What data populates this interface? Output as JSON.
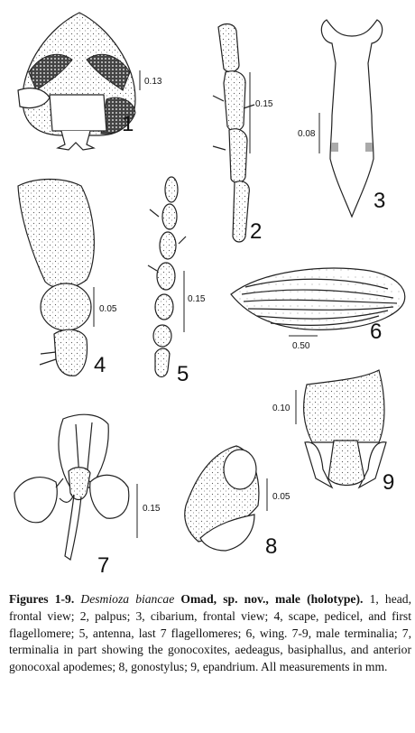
{
  "figure_numbers": [
    "1",
    "2",
    "3",
    "4",
    "5",
    "6",
    "7",
    "8",
    "9"
  ],
  "scale_bars": {
    "fig1": "0.13",
    "fig2": "0.15",
    "fig3": "0.08",
    "fig4": "0.05",
    "fig5": "0.15",
    "fig6": "0.50",
    "fig7": "0.15",
    "fig8": "0.05",
    "fig9": "0.10"
  },
  "caption": {
    "lead": "Figures 1-9.",
    "genus_species": "Desmioza biancae",
    "authority": " Omad, sp. nov., male (holotype).",
    "body": " 1, head, frontal view; 2, palpus; 3, cibarium, frontal view; 4, scape, pedicel, and first flagellomere; 5, antenna, last 7 flagellomeres; 6, wing. 7-9, male terminalia; 7, terminalia in part showing the gonocoxites, aedeagus, basiphallus, and anterior gonocoxal apodemes; 8, gonostylus; 9, epandrium. All measurements in mm."
  }
}
